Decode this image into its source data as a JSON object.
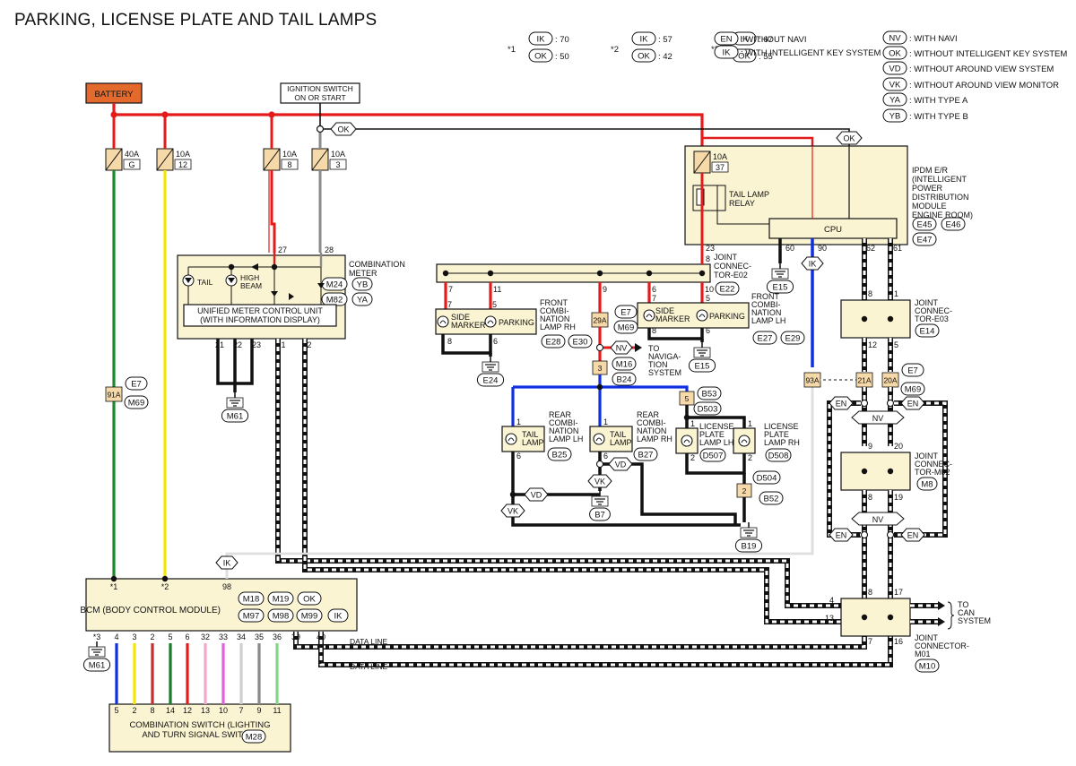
{
  "title": "PARKING, LICENSE PLATE AND TAIL LAMPS",
  "colors": {
    "red": "#e31b1b",
    "green": "#1a8a2a",
    "yellow": "#f5e600",
    "blue": "#1030e0",
    "gray": "#8a8a8a",
    "black": "#111111",
    "box_fill": "#fbf4d3",
    "battery_fill": "#e36a2c",
    "fuse_fill": "#f6d9a9",
    "violet": "#e060e0",
    "pink": "#f4a6cc",
    "lightgreen": "#84d684",
    "white_wire": "#cfcfcf",
    "brown_red": "#c03030",
    "darkgreen": "#1a7a2a"
  },
  "star_notes": [
    {
      "star": "*1",
      "ik": "70",
      "ok": "50"
    },
    {
      "star": "*2",
      "ik": "57",
      "ok": "42"
    },
    {
      "star": "*3",
      "ik": "67",
      "ok": "55"
    }
  ],
  "legend": [
    {
      "code": "EN",
      "text": ": WITHOUT NAVI"
    },
    {
      "code": "IK",
      "text": ": WITH INTELLIGENT KEY SYSTEM"
    },
    {
      "code": "NV",
      "text": ": WITH NAVI"
    },
    {
      "code": "OK",
      "text": ": WITHOUT INTELLIGENT KEY SYSTEM"
    },
    {
      "code": "VD",
      "text": ": WITHOUT AROUND VIEW SYSTEM"
    },
    {
      "code": "VK",
      "text": ": WITHOUT AROUND VIEW MONITOR"
    },
    {
      "code": "YA",
      "text": ": WITH TYPE A"
    },
    {
      "code": "YB",
      "text": ": WITH TYPE B"
    }
  ],
  "components": {
    "battery": "BATTERY",
    "ignition": [
      "IGNITION SWITCH",
      "ON OR START"
    ],
    "fuses": [
      {
        "amp": "40A",
        "id": "G"
      },
      {
        "amp": "10A",
        "id": "12"
      },
      {
        "amp": "10A",
        "id": "8"
      },
      {
        "amp": "10A",
        "id": "3"
      },
      {
        "amp": "10A",
        "id": "37"
      }
    ],
    "ipdm": {
      "title": [
        "IPDM E/R",
        "(INTELLIGENT",
        "POWER",
        "DISTRIBUTION",
        "MODULE",
        "ENGINE ROOM)"
      ],
      "relay": [
        "TAIL LAMP",
        "RELAY"
      ],
      "cpu": "CPU",
      "connectors": [
        "E45",
        "E46",
        "E47"
      ],
      "pins": [
        "23",
        "60",
        "90",
        "62",
        "61"
      ]
    },
    "combination_meter": {
      "title": [
        "COMBINATION",
        "METER"
      ],
      "unit": [
        "UNIFIED METER CONTROL UNIT",
        "(WITH INFORMATION DISPLAY)"
      ],
      "tail": "TAIL",
      "high_beam": [
        "HIGH",
        "BEAM"
      ],
      "connectors": [
        {
          "id": "M24",
          "type": "YB"
        },
        {
          "id": "M82",
          "type": "YA"
        }
      ],
      "pins_top": [
        "27",
        "28"
      ],
      "pins_bottom": [
        "21",
        "22",
        "23",
        "1",
        "2"
      ],
      "ground": "M61"
    },
    "joint_e02": {
      "title": [
        "JOINT",
        "CONNEC-",
        "TOR-E02"
      ],
      "id": "E22",
      "pins": [
        "8",
        "7",
        "11",
        "9",
        "6",
        "10"
      ]
    },
    "front_rh": {
      "title": [
        "FRONT",
        "COMBI-",
        "NATION",
        "LAMP RH"
      ],
      "side": [
        "SIDE",
        "MARKER"
      ],
      "parking": "PARKING",
      "connectors": [
        "E28",
        "E30"
      ],
      "ground": "E24",
      "pins": [
        "7",
        "5",
        "8",
        "6"
      ]
    },
    "front_lh": {
      "title": [
        "FRONT",
        "COMBI-",
        "NATION",
        "LAMP LH"
      ],
      "side": [
        "SIDE",
        "MARKER"
      ],
      "parking": "PARKING",
      "connectors": [
        "E27",
        "E29"
      ],
      "ground": "E15",
      "pins": [
        "7",
        "5",
        "8",
        "6"
      ]
    },
    "ground_e15_ipdm": "E15",
    "joint_29a": {
      "id": "29A",
      "conn": [
        "E7",
        "M69"
      ]
    },
    "nav": {
      "code": "NV",
      "text": [
        "TO",
        "NAVIGA-",
        "TION",
        "SYSTEM"
      ]
    },
    "m16": {
      "pin": "3",
      "id": "M16",
      "sub": "B24"
    },
    "b53": {
      "pin": "5",
      "id": "B53",
      "sub": "D503"
    },
    "rear_lh": {
      "title": [
        "REAR",
        "COMBI-",
        "NATION",
        "LAMP LH"
      ],
      "lamp": [
        "TAIL",
        "LAMP"
      ],
      "id": "B25",
      "pins": [
        "1",
        "6"
      ]
    },
    "rear_rh": {
      "title": [
        "REAR",
        "COMBI-",
        "NATION",
        "LAMP RH"
      ],
      "lamp": [
        "TAIL",
        "LAMP"
      ],
      "id": "B27",
      "pins": [
        "1",
        "6"
      ]
    },
    "license_lh": {
      "title": [
        "LICENSE",
        "PLATE",
        "LAMP LH"
      ],
      "id": "D507",
      "pins": [
        "1",
        "2"
      ]
    },
    "license_rh": {
      "title": [
        "LICENSE",
        "PLATE",
        "LAMP RH"
      ],
      "id": "D508",
      "pins": [
        "1",
        "2"
      ]
    },
    "b52": {
      "pin": "2",
      "id": "B52",
      "sub": "D504"
    },
    "ground_b7": "B7",
    "ground_b19": "B19",
    "vd": "VD",
    "vk": "VK",
    "joint_e03": {
      "title": [
        "JOINT",
        "CONNEC-",
        "TOR-E03"
      ],
      "id": "E14",
      "pins": [
        "8",
        "1",
        "12",
        "5"
      ]
    },
    "joint_m02": {
      "title": [
        "JOINT",
        "CONNEC-",
        "TOR-M02"
      ],
      "id": "M8",
      "pins": [
        "9",
        "20",
        "8",
        "19"
      ]
    },
    "joint_m01": {
      "title": [
        "JOINT",
        "CONNECTOR-",
        "M01"
      ],
      "id": "M10",
      "pins": [
        "4",
        "13",
        "8",
        "17",
        "7",
        "16"
      ],
      "can": [
        "TO",
        "CAN",
        "SYSTEM"
      ]
    },
    "inline_e7": {
      "left": "21A",
      "right": "20A",
      "conn": [
        "E7",
        "M69"
      ]
    },
    "inline_93a": "93A",
    "inline_91a": {
      "id": "91A",
      "conn": [
        "E7",
        "M69"
      ]
    },
    "en": "EN",
    "nv": "NV",
    "ik": "IK",
    "ok": "OK",
    "bcm": {
      "name": "BCM (BODY CONTROL MODULE)",
      "connectors": [
        "M18",
        "M19",
        "OK",
        "M97",
        "M98",
        "M99",
        "IK"
      ],
      "pins_top": [
        "*1",
        "*2",
        "98"
      ],
      "pins_bottom": [
        "*3",
        "4",
        "3",
        "2",
        "5",
        "6",
        "32",
        "33",
        "34",
        "35",
        "36",
        "39",
        "40"
      ],
      "ground": "M61"
    },
    "combination_switch": {
      "name": [
        "COMBINATION SWITCH (LIGHTING",
        "AND TURN SIGNAL SWITCH)"
      ],
      "id": "M28",
      "pins": [
        "5",
        "2",
        "8",
        "14",
        "12",
        "13",
        "10",
        "7",
        "9",
        "11"
      ]
    },
    "data_line": "DATA LINE"
  }
}
